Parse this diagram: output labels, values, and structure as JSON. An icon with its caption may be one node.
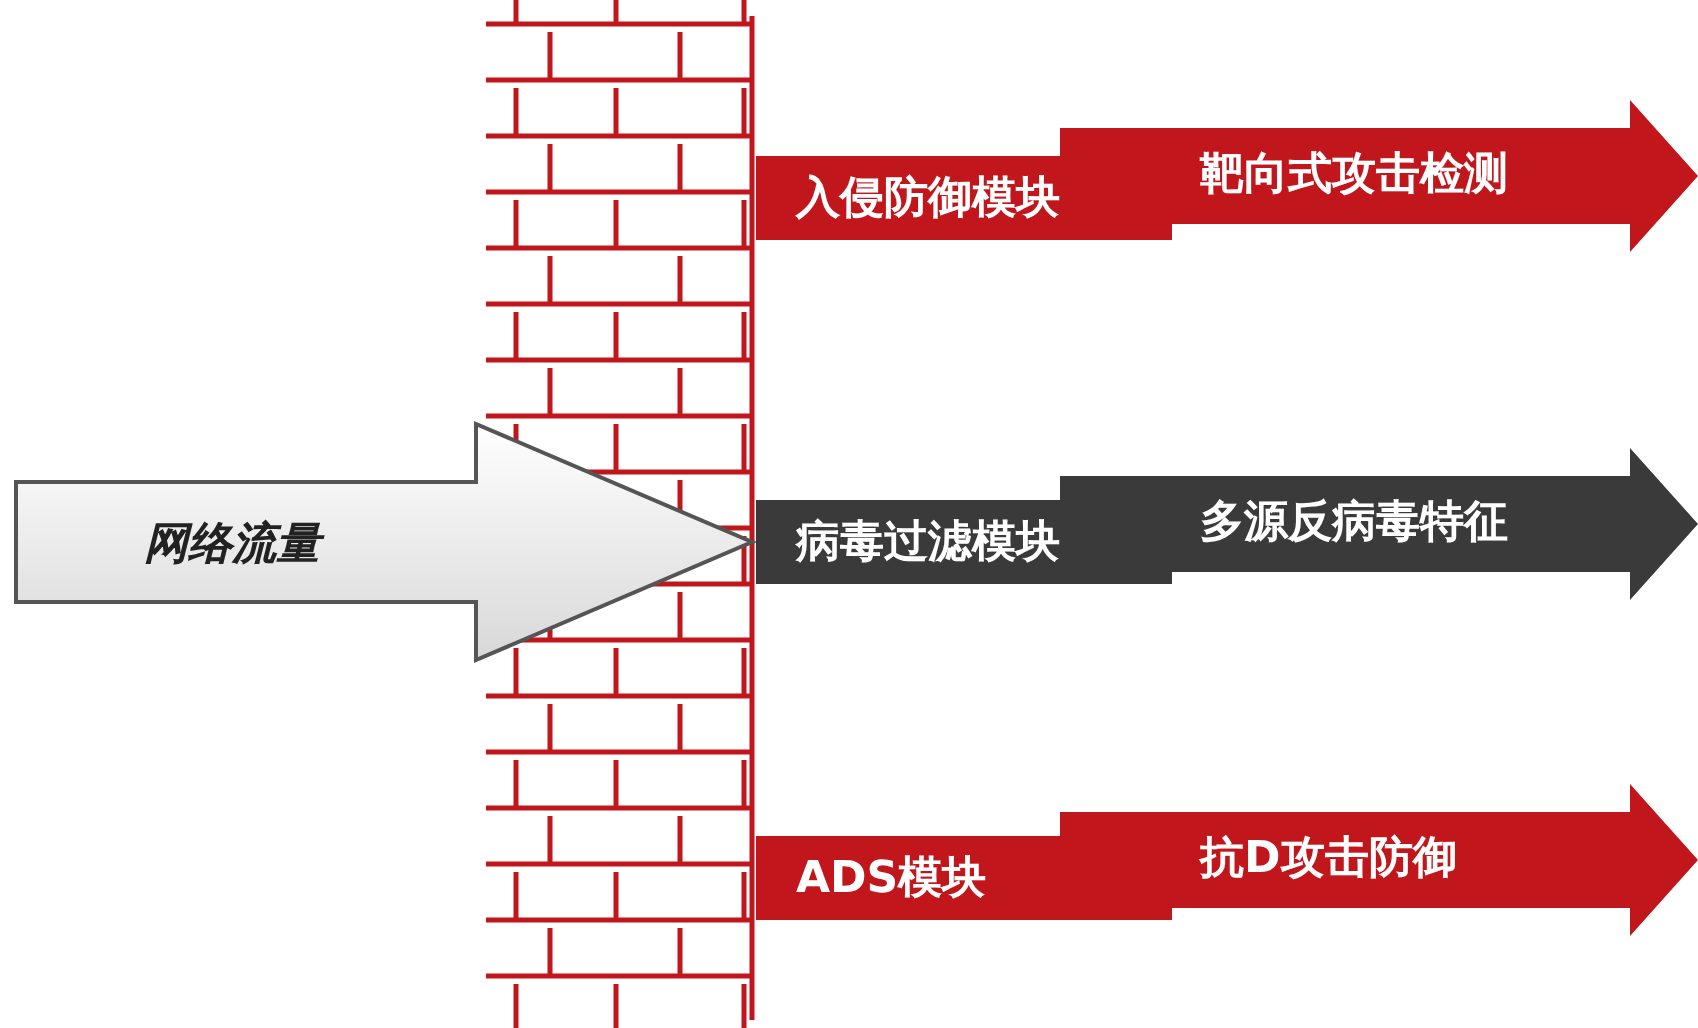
{
  "diagram": {
    "nodes": [
      {
        "text": [
          "网络流量"
        ]
      },
      {
        "text": [
          "入侵防御模块"
        ]
      },
      {
        "text": [
          "靶向式攻击检测"
        ]
      },
      {
        "text": [
          "病毒过滤模块"
        ]
      },
      {
        "text": [
          "多源反病毒特征"
        ]
      },
      {
        "text": [
          "ADS模块"
        ]
      },
      {
        "text": [
          "抗D攻击防御"
        ]
      }
    ]
  }
}
